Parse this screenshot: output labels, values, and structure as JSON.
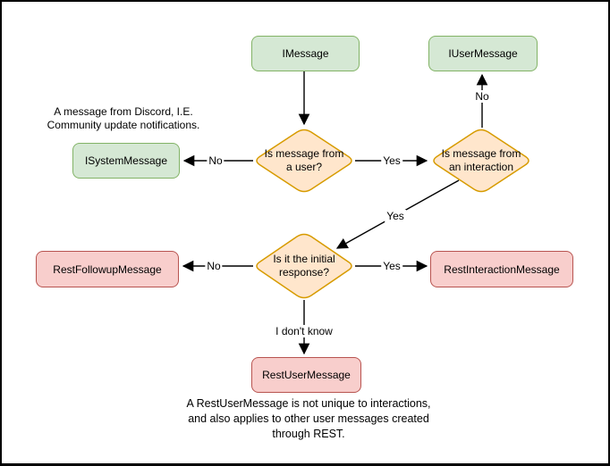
{
  "canvas": {
    "background": "#ffffff",
    "border_color": "#000000"
  },
  "nodes": {
    "imessage": "IMessage",
    "iusermessage": "IUserMessage",
    "isystemmessage": "ISystemMessage",
    "restfollowupmessage": "RestFollowupMessage",
    "restinteractionmessage": "RestInteractionMessage",
    "restusermessage": "RestUserMessage"
  },
  "decisions": {
    "from_user": "Is message from\na user?",
    "from_interaction": "Is message from\nan interaction",
    "initial_response": "Is it the initial\nresponse?"
  },
  "edge_labels": {
    "to_systemmessage": "No",
    "to_interaction": "Yes",
    "to_usermessage": "No",
    "to_initial_response": "Yes",
    "to_followup": "No",
    "to_interactionmessage": "Yes",
    "to_restusermessage": "I don't know"
  },
  "annotations": {
    "systemmessage_note": "A message from Discord, I.E.\nCommunity update notifications.",
    "restusermessage_note": "A RestUserMessage is not unique to interactions,\nand also applies to other user messages created\nthrough REST."
  },
  "colors": {
    "interface_fill": "#d5e8d4",
    "interface_stroke": "#82b366",
    "decision_fill": "#ffe6cc",
    "decision_stroke": "#d79b00",
    "rest_fill": "#f8cecc",
    "rest_stroke": "#b85450",
    "edge": "#000000"
  }
}
